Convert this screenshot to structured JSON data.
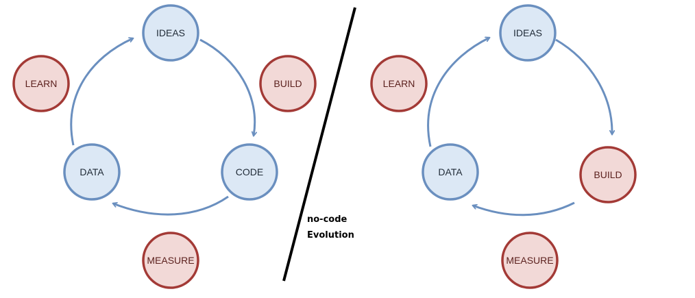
{
  "colors": {
    "blue_fill": "#dce8f5",
    "blue_stroke": "#6a8fbf",
    "red_fill": "#f2d9d7",
    "red_stroke": "#a33a36",
    "arrow": "#6a8fbf",
    "divider": "#000000",
    "label_blue": "#1f2a36",
    "label_red": "#5a1f1c"
  },
  "left_cycle": {
    "nodes": [
      {
        "id": "ideas",
        "label": "IDEAS",
        "style": "blue"
      },
      {
        "id": "code",
        "label": "CODE",
        "style": "blue"
      },
      {
        "id": "data",
        "label": "DATA",
        "style": "blue"
      }
    ],
    "phases": [
      {
        "id": "learn",
        "label": "LEARN",
        "style": "red"
      },
      {
        "id": "build",
        "label": "BUILD",
        "style": "red"
      },
      {
        "id": "measure",
        "label": "MEASURE",
        "style": "red"
      }
    ]
  },
  "right_cycle": {
    "nodes": [
      {
        "id": "ideas",
        "label": "IDEAS",
        "style": "blue"
      },
      {
        "id": "build",
        "label": "BUILD",
        "style": "red"
      },
      {
        "id": "data",
        "label": "DATA",
        "style": "blue"
      }
    ],
    "phases": [
      {
        "id": "learn",
        "label": "LEARN",
        "style": "red"
      },
      {
        "id": "measure",
        "label": "MEASURE",
        "style": "red"
      }
    ]
  },
  "caption": {
    "line1": "no-code",
    "line2": "Evolution"
  }
}
